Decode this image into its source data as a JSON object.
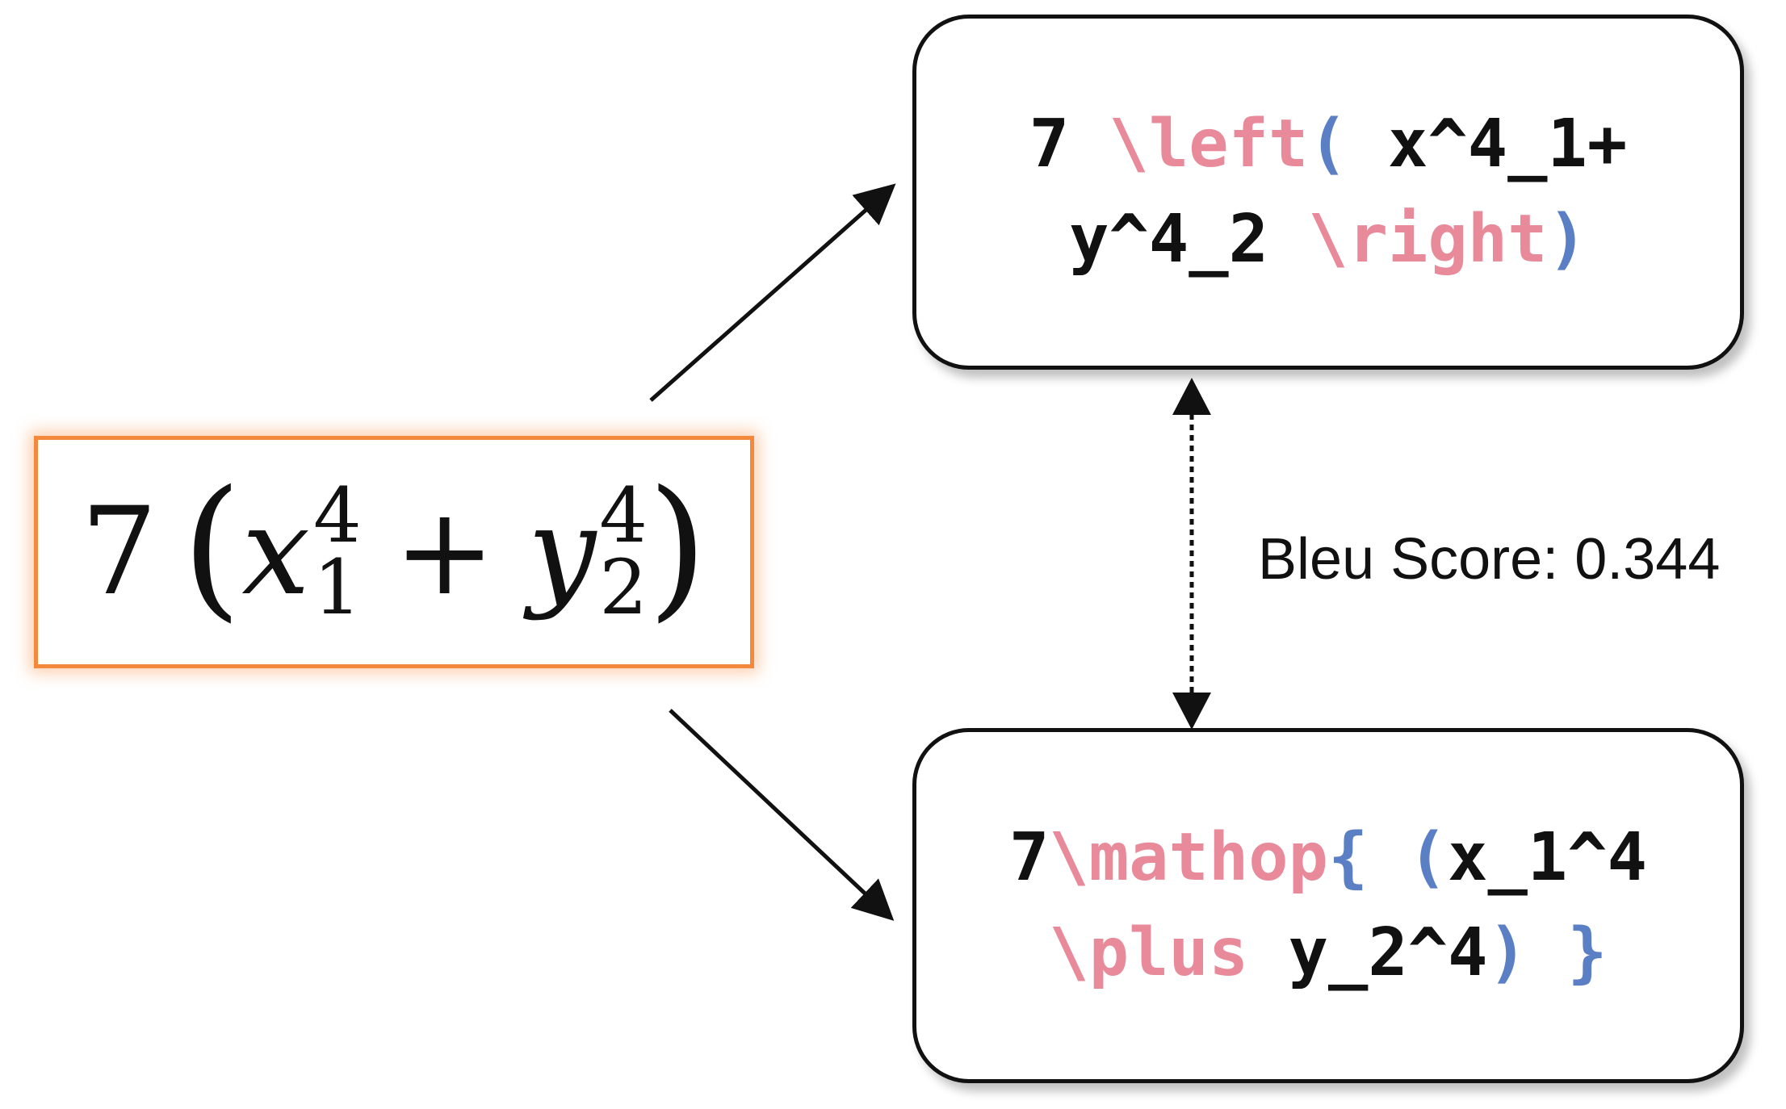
{
  "formula": {
    "coefficient": "7",
    "open_paren": "(",
    "var1": "x",
    "var1_sup": "4",
    "var1_sub": "1",
    "plus": "+",
    "var2": "y",
    "var2_sup": "4",
    "var2_sub": "2",
    "close_paren": ")"
  },
  "top_code": {
    "line1": [
      {
        "text": "7 ",
        "kind": "text"
      },
      {
        "text": "\\left",
        "kind": "cmd"
      },
      {
        "text": "(",
        "kind": "brace"
      },
      {
        "text": " x^4_1+",
        "kind": "text"
      }
    ],
    "line2": [
      {
        "text": "y^4_2 ",
        "kind": "text"
      },
      {
        "text": "\\right",
        "kind": "cmd"
      },
      {
        "text": ")",
        "kind": "brace"
      }
    ]
  },
  "bottom_code": {
    "line1": [
      {
        "text": "7",
        "kind": "text"
      },
      {
        "text": "\\mathop",
        "kind": "cmd"
      },
      {
        "text": "{ (",
        "kind": "brace"
      },
      {
        "text": "x_1^4",
        "kind": "text"
      }
    ],
    "line2": [
      {
        "text": "\\plus ",
        "kind": "cmd"
      },
      {
        "text": "y_2^4",
        "kind": "text"
      },
      {
        "text": ") }",
        "kind": "brace"
      }
    ]
  },
  "score_label": "Bleu Score: 0.344",
  "colors": {
    "formula_border": "#f5893b",
    "command": "#e88a9a",
    "brace": "#5b7fc4",
    "text": "#111111"
  }
}
